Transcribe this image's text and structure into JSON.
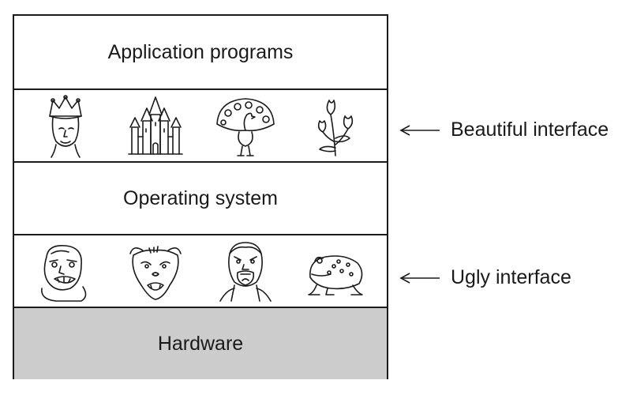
{
  "layers": {
    "application": "Application programs",
    "operating_system": "Operating system",
    "hardware": "Hardware"
  },
  "callouts": {
    "beautiful": "Beautiful interface",
    "ugly": "Ugly interface"
  },
  "colors": {
    "hardware_fill": "#cccccc",
    "line": "#1a1a1a"
  },
  "icons": {
    "beautiful_row": [
      "queen-icon",
      "castle-icon",
      "peacock-icon",
      "flower-icon"
    ],
    "ugly_row": [
      "grimacing-man-icon",
      "ugly-dog-icon",
      "screaming-man-icon",
      "toad-icon"
    ]
  }
}
